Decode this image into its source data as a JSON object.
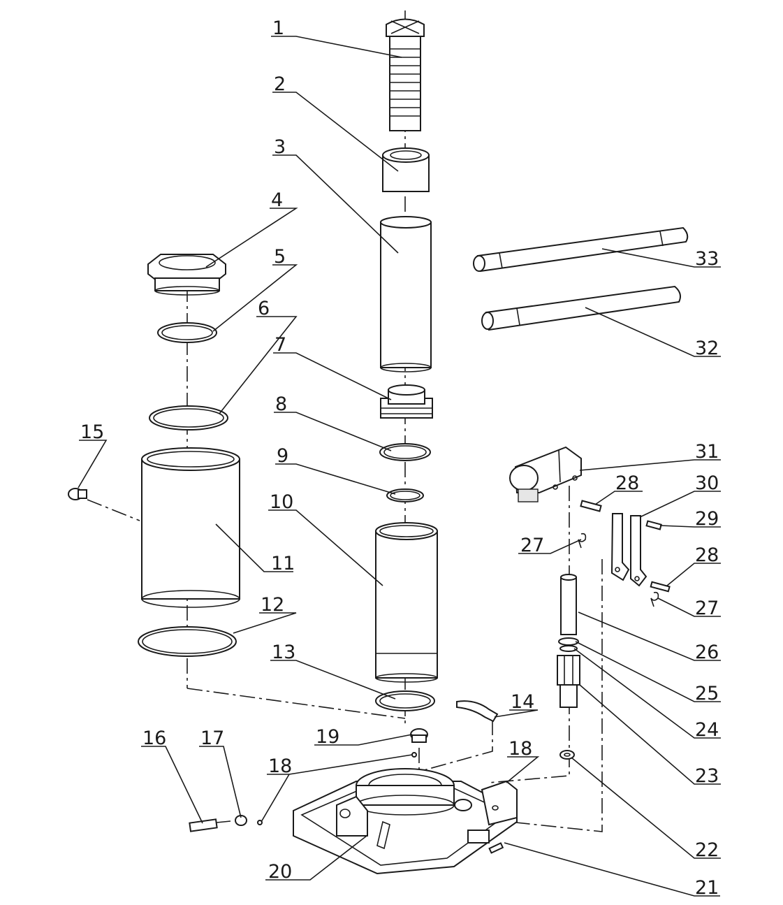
{
  "diagram": {
    "callouts": [
      {
        "id": "c1",
        "number": "1"
      },
      {
        "id": "c2",
        "number": "2"
      },
      {
        "id": "c3",
        "number": "3"
      },
      {
        "id": "c4",
        "number": "4"
      },
      {
        "id": "c5",
        "number": "5"
      },
      {
        "id": "c6",
        "number": "6"
      },
      {
        "id": "c7",
        "number": "7"
      },
      {
        "id": "c8",
        "number": "8"
      },
      {
        "id": "c9",
        "number": "9"
      },
      {
        "id": "c10",
        "number": "10"
      },
      {
        "id": "c11",
        "number": "11"
      },
      {
        "id": "c12",
        "number": "12"
      },
      {
        "id": "c13",
        "number": "13"
      },
      {
        "id": "c14",
        "number": "14"
      },
      {
        "id": "c15",
        "number": "15"
      },
      {
        "id": "c16",
        "number": "16"
      },
      {
        "id": "c17",
        "number": "17"
      },
      {
        "id": "c18a",
        "number": "18"
      },
      {
        "id": "c18b",
        "number": "18"
      },
      {
        "id": "c19",
        "number": "19"
      },
      {
        "id": "c20",
        "number": "20"
      },
      {
        "id": "c21",
        "number": "21"
      },
      {
        "id": "c22",
        "number": "22"
      },
      {
        "id": "c23",
        "number": "23"
      },
      {
        "id": "c24",
        "number": "24"
      },
      {
        "id": "c25",
        "number": "25"
      },
      {
        "id": "c26",
        "number": "26"
      },
      {
        "id": "c27a",
        "number": "27"
      },
      {
        "id": "c27b",
        "number": "27"
      },
      {
        "id": "c28a",
        "number": "28"
      },
      {
        "id": "c28b",
        "number": "28"
      },
      {
        "id": "c29",
        "number": "29"
      },
      {
        "id": "c30",
        "number": "30"
      },
      {
        "id": "c31",
        "number": "31"
      },
      {
        "id": "c32",
        "number": "32"
      },
      {
        "id": "c33",
        "number": "33"
      }
    ]
  }
}
